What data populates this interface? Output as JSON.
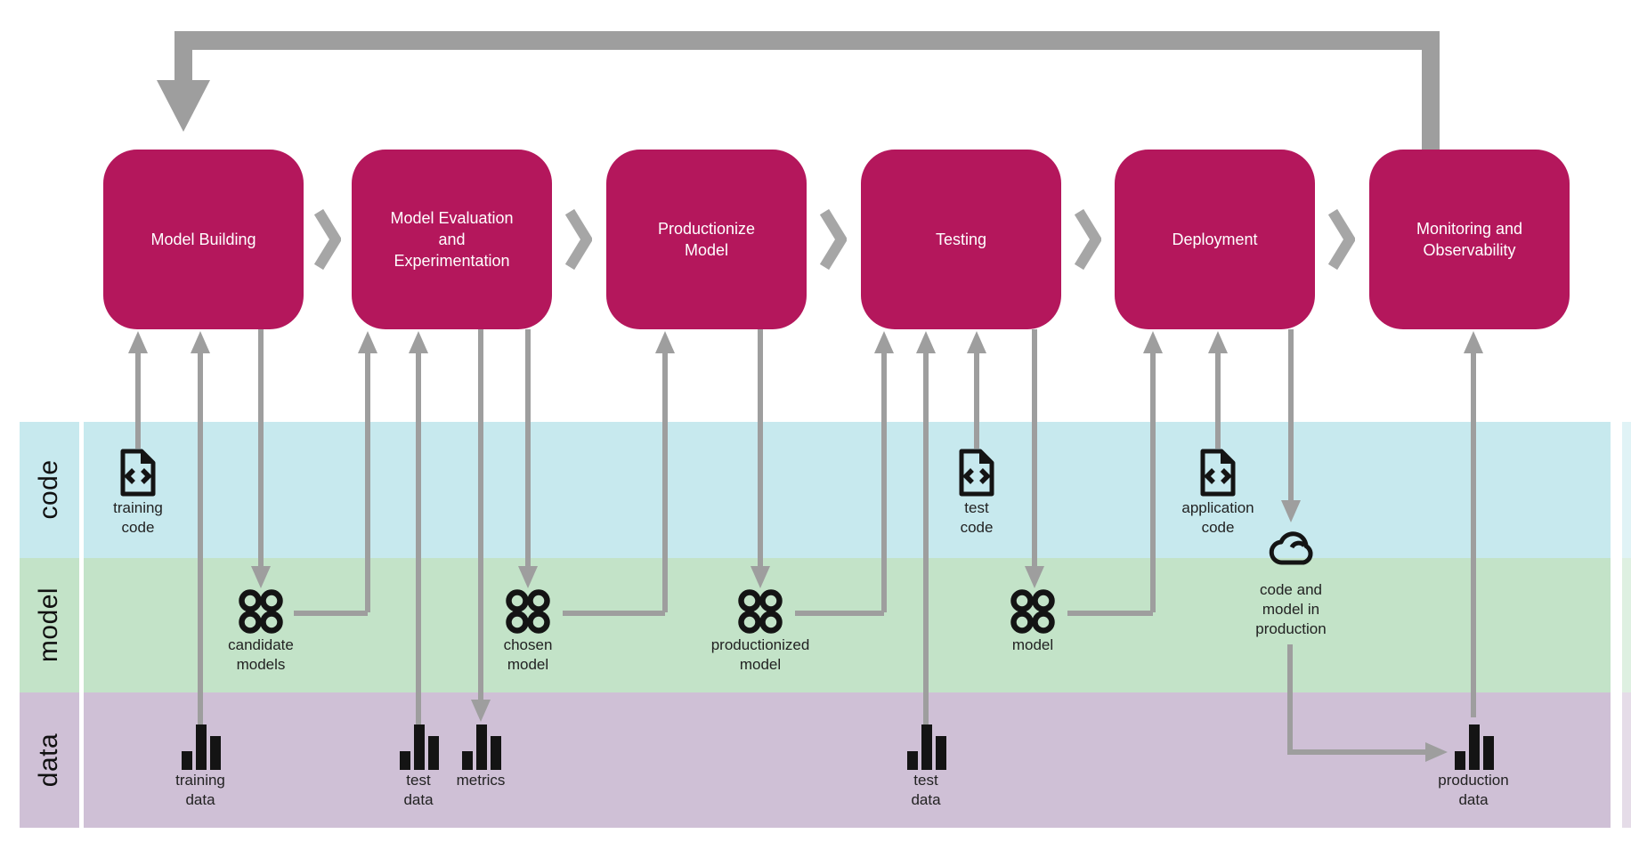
{
  "stages": [
    {
      "id": "model-building",
      "label": "Model Building"
    },
    {
      "id": "model-evaluation-and-experimentation",
      "label": "Model Evaluation\nand\nExperimentation"
    },
    {
      "id": "productionize-model",
      "label": "Productionize\nModel"
    },
    {
      "id": "testing",
      "label": "Testing"
    },
    {
      "id": "deployment",
      "label": "Deployment"
    },
    {
      "id": "monitoring-and-observability",
      "label": "Monitoring and\nObservability"
    }
  ],
  "bands": [
    {
      "id": "code",
      "label": "code",
      "color": "#c7e9ee"
    },
    {
      "id": "model",
      "label": "model",
      "color": "#c3e3c8"
    },
    {
      "id": "data",
      "label": "data",
      "color": "#cfc0d6"
    }
  ],
  "artifacts": {
    "training_code": {
      "label": "training\ncode",
      "band": "code",
      "icon": "code-file"
    },
    "test_code": {
      "label": "test\ncode",
      "band": "code",
      "icon": "code-file"
    },
    "application_code": {
      "label": "application\ncode",
      "band": "code",
      "icon": "code-file"
    },
    "candidate_models": {
      "label": "candidate\nmodels",
      "band": "model",
      "icon": "model-circles"
    },
    "chosen_model": {
      "label": "chosen\nmodel",
      "band": "model",
      "icon": "model-circles"
    },
    "productionized_model": {
      "label": "productionized\nmodel",
      "band": "model",
      "icon": "model-circles"
    },
    "model": {
      "label": "model",
      "band": "model",
      "icon": "model-circles"
    },
    "code_and_model_in_production": {
      "label": "code and\nmodel  in\nproduction",
      "band": "code-model",
      "icon": "cloud"
    },
    "training_data": {
      "label": "training\ndata",
      "band": "data",
      "icon": "bar-chart"
    },
    "test_data_evaluation": {
      "label": "test\ndata",
      "band": "data",
      "icon": "bar-chart"
    },
    "metrics": {
      "label": "metrics",
      "band": "data",
      "icon": "bar-chart"
    },
    "test_data_testing": {
      "label": "test\ndata",
      "band": "data",
      "icon": "bar-chart"
    },
    "production_data": {
      "label": "production\ndata",
      "band": "data",
      "icon": "bar-chart"
    }
  },
  "colors": {
    "stage_fill": "#b4175c",
    "stage_text": "#ffffff",
    "connector_gray": "#9e9e9e",
    "chevron_gray": "#a6a6a6",
    "band_code": "#c7e9ee",
    "band_model": "#c3e3c8",
    "band_data": "#cfc0d6",
    "icon_ink": "#141414"
  }
}
